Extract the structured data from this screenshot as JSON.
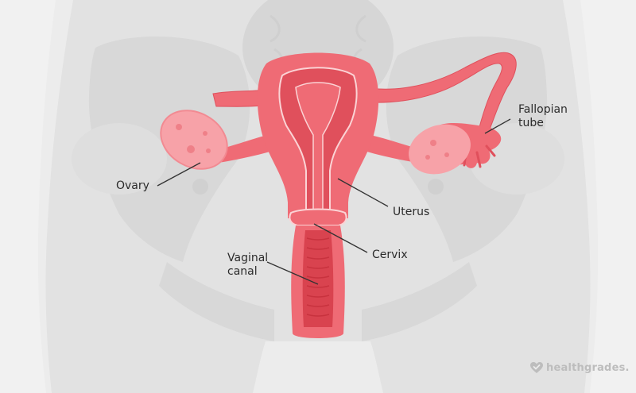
{
  "labels": {
    "fallopian_tube": "Fallopian\ntube",
    "ovary": "Ovary",
    "uterus": "Uterus",
    "cervix": "Cervix",
    "vaginal_canal": "Vaginal\ncanal"
  },
  "brand": {
    "name": "healthgrades.",
    "icon": "heart-check-icon"
  },
  "colors": {
    "background": "#ececec",
    "body_silhouette": "#e1e1e1",
    "pelvis_bone": "#d9d9d9",
    "organ_main": "#ef6b75",
    "organ_dark": "#e0505c",
    "organ_light": "#f8a9ae",
    "organ_outline": "#fbd3d5",
    "leader_line": "#333333"
  }
}
